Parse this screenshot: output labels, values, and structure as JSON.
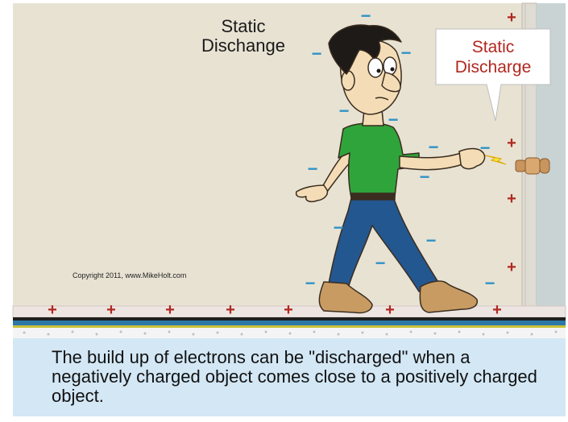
{
  "scene": {
    "title_lines": [
      "Static",
      "Dischange"
    ],
    "callout_lines": [
      "Static",
      "Discharge"
    ],
    "copyright": "Copyright 2011, www.MikeHolt.com",
    "colors": {
      "wall": "#e8e2d3",
      "positive": "#b0281f",
      "negative": "#2f93c6",
      "shirt": "#2fa43a",
      "jeans": "#23578f",
      "callout_text": "#b2271f"
    },
    "positive_symbol": "+",
    "negative_symbol": "−",
    "caption": "The build up of electrons can be \"discharged\" when a negatively charged object comes close to a positively charged object."
  }
}
